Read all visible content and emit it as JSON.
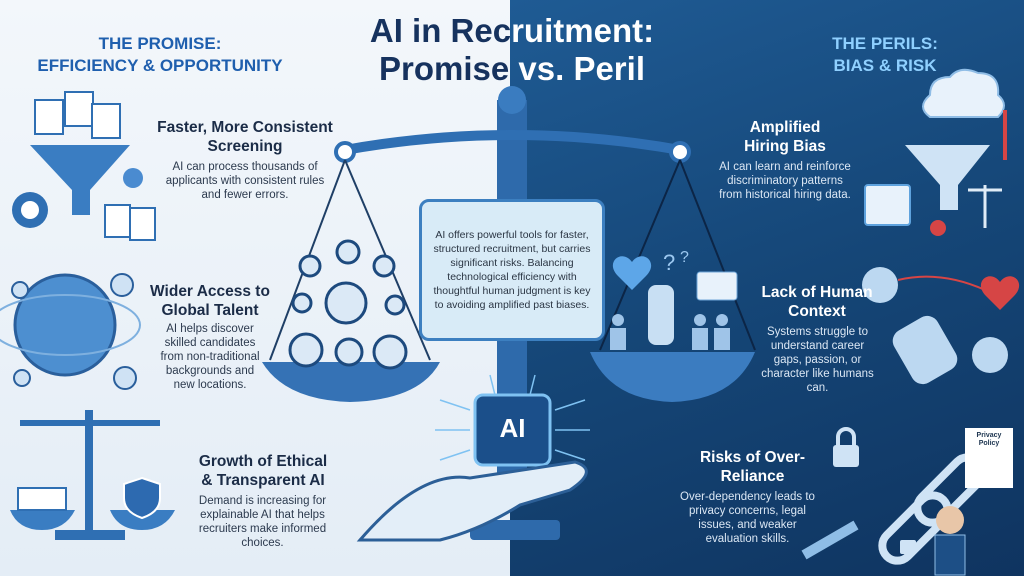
{
  "title": {
    "line1": "AI in Recruitment:",
    "line2": "Promise vs. Peril"
  },
  "promise": {
    "heading_line1": "THE PROMISE:",
    "heading_line2": "EFFICIENCY & OPPORTUNITY",
    "items": [
      {
        "title": "Faster, More Consistent Screening",
        "text": "AI can process thousands of applicants with consistent rules and fewer errors."
      },
      {
        "title": "Wider Access to Global Talent",
        "text": "AI helps discover skilled candidates from non-traditional backgrounds and new locations."
      },
      {
        "title": "Growth of Ethical & Transparent AI",
        "text": "Demand is increasing for explainable AI that helps recruiters make informed choices."
      }
    ]
  },
  "peril": {
    "heading_line1": "THE PERILS:",
    "heading_line2": "BIAS & RISK",
    "items": [
      {
        "title": "Amplified Hiring Bias",
        "text": "AI can learn and reinforce discriminatory patterns from historical hiring data."
      },
      {
        "title": "Lack of Human Context",
        "text": "Systems struggle to understand career gaps, passion, or character like humans can."
      },
      {
        "title": "Risks of Over-Reliance",
        "text": "Over-dependency leads to privacy concerns, legal issues, and weaker evaluation skills."
      }
    ]
  },
  "summary": "AI offers powerful tools for faster, structured recruitment, but carries significant risks. Balancing technological efficiency with thoughtful human judgment is key to avoiding amplified past biases.",
  "chip_label": "AI",
  "privacy_doc_label": "Privacy Policy",
  "colors": {
    "light_bg": "#eef3f8",
    "dark_bg": "#164878",
    "accent": "#2f6fb3",
    "heading_blue": "#1f5fae",
    "risk_red": "#d64545"
  }
}
